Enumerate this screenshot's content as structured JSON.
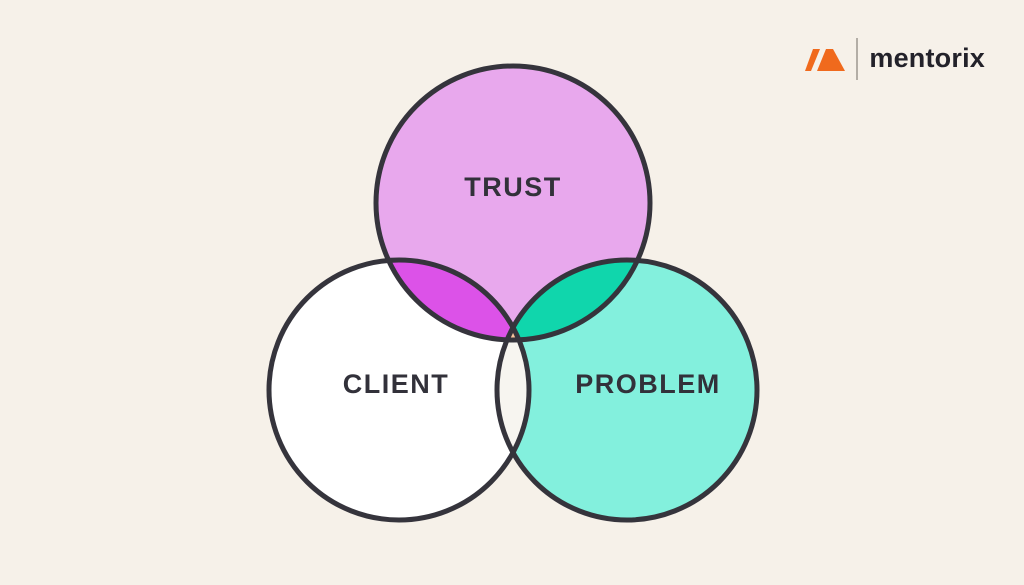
{
  "page": {
    "background_color": "#f6f1e9"
  },
  "header": {
    "brand_name": "mentorix",
    "logo_icon_color": "#f06a1d",
    "logo_divider_color": "#b3aea6",
    "logo_text_color": "#23222a"
  },
  "diagram": {
    "type": "venn",
    "outline_color": "#35343c",
    "label_color": "#32313a",
    "sets": [
      {
        "id": "trust",
        "label": "TRUST",
        "fill": "#e8a8ed"
      },
      {
        "id": "client",
        "label": "CLIENT",
        "fill": "#ffffff"
      },
      {
        "id": "problem",
        "label": "PROBLEM",
        "fill": "#83f0dd"
      }
    ],
    "overlaps": [
      {
        "id": "trust-client",
        "between": [
          "TRUST",
          "CLIENT"
        ],
        "fill": "#dc52e8"
      },
      {
        "id": "trust-problem",
        "between": [
          "TRUST",
          "PROBLEM"
        ],
        "fill": "#10d6ac"
      },
      {
        "id": "client-problem",
        "between": [
          "CLIENT",
          "PROBLEM"
        ],
        "fill": "#f7f5f0"
      },
      {
        "id": "trust-client-problem",
        "between": [
          "TRUST",
          "CLIENT",
          "PROBLEM"
        ],
        "fill": "#f8c49b"
      }
    ]
  }
}
